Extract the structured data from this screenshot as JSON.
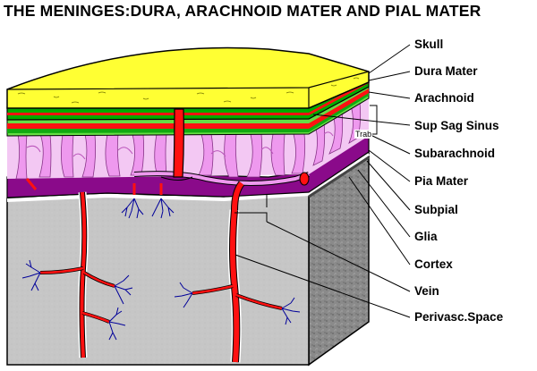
{
  "title": "THE MENINGES:DURA, ARACHNOID MATER AND PIAL MATER",
  "labels": {
    "skull": "Skull",
    "dura_mater": "Dura Mater",
    "arachnoid": "Arachnoid",
    "sup_sag_sinus": "Sup Sag Sinus",
    "subarachnoid": "Subarachnoid",
    "pia_mater": "Pia Mater",
    "subpial": "Subpial",
    "glia": "Glia",
    "cortex": "Cortex",
    "vein": "Vein",
    "perivasc_space": "Perivasc.Space"
  },
  "inline_labels": {
    "trab": "Trab"
  },
  "colors": {
    "skull": "#ffff33",
    "dura": "#00aa00",
    "sinus": "#ff1111",
    "arachnoid_light": "#66dd44",
    "subarachnoid": "#ee99ee",
    "pia": "#880088",
    "cortex_front": "#c4c4c4",
    "cortex_side": "#888888",
    "dendrites": "#000099"
  }
}
